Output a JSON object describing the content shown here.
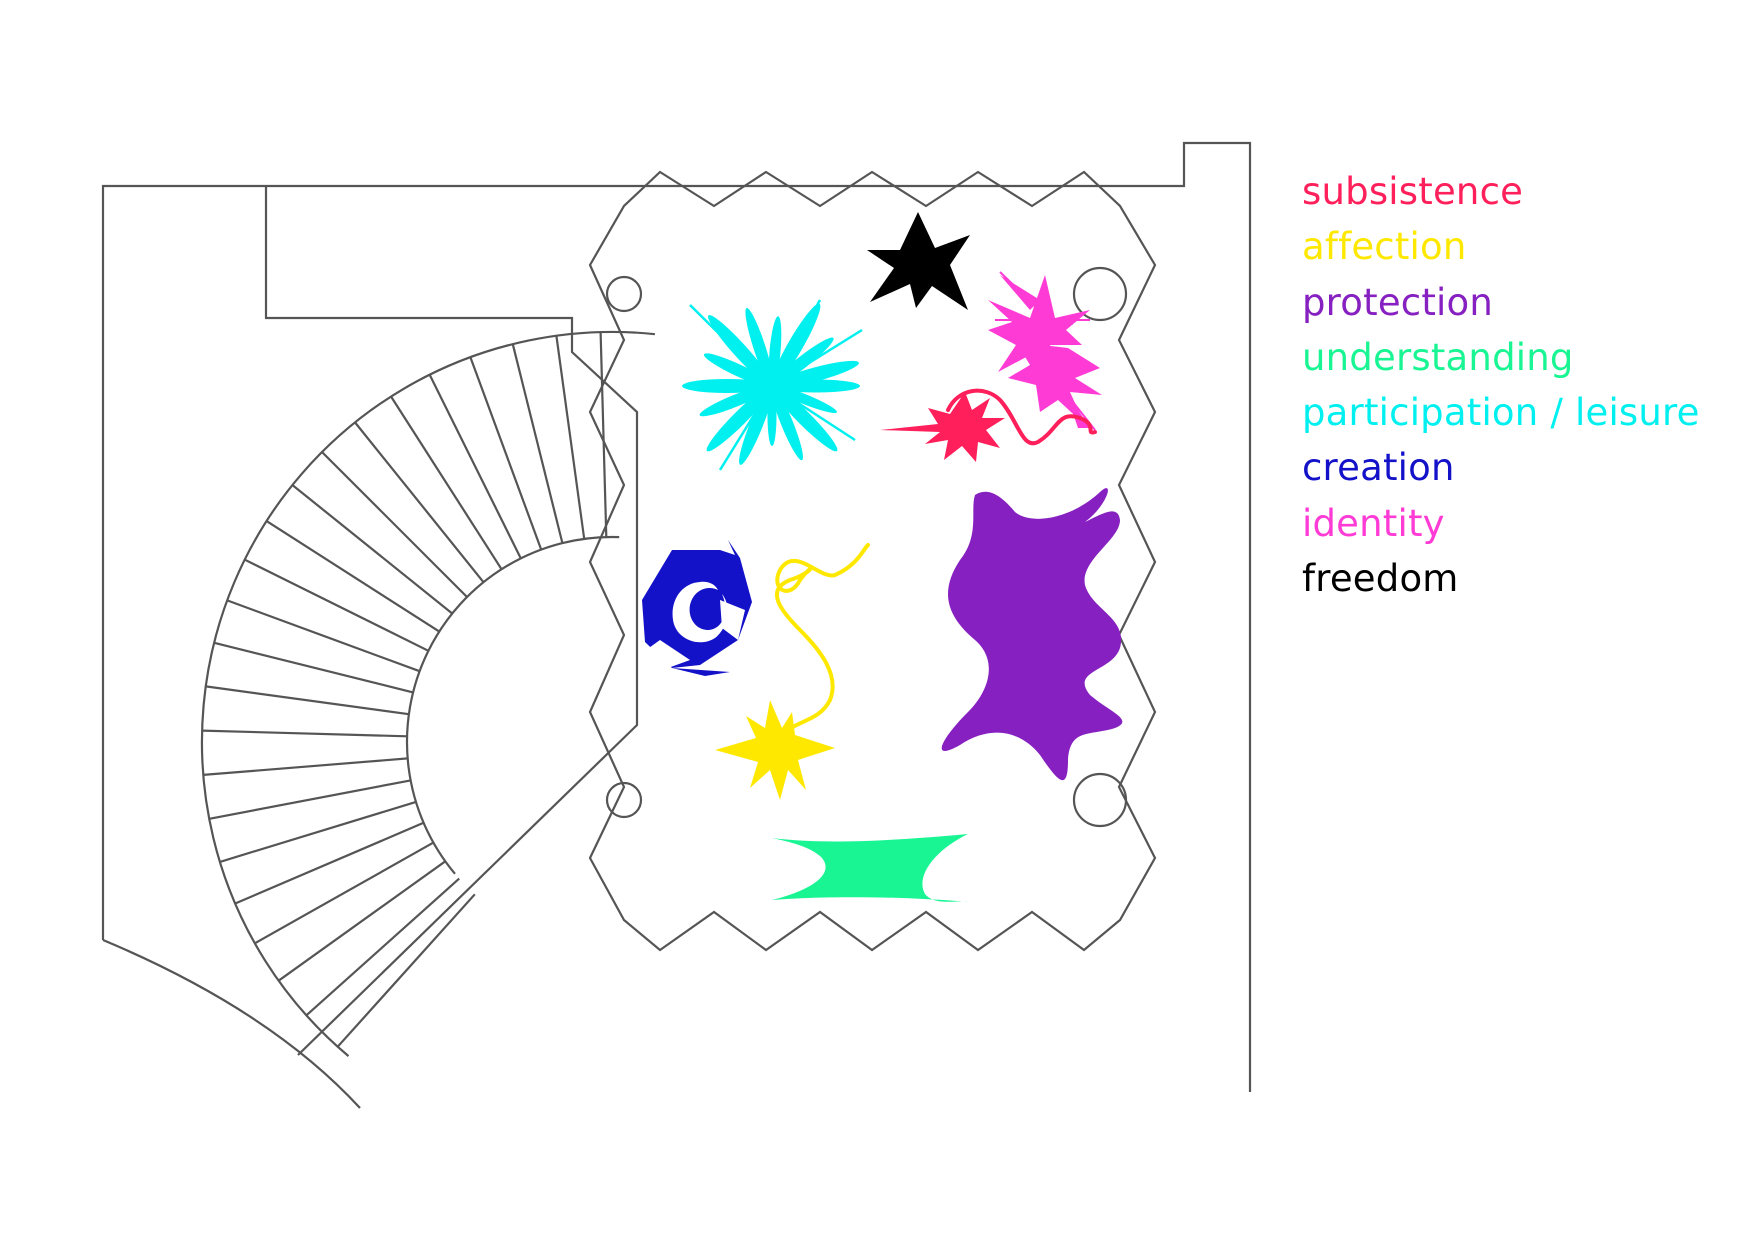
{
  "legend": {
    "items": [
      {
        "label": "subsistence",
        "color": "#FF1F5A",
        "icon": "spiky-burst-with-tail"
      },
      {
        "label": "affection",
        "color": "#FFE800",
        "icon": "spiky-star-with-curl"
      },
      {
        "label": "protection",
        "color": "#8620C0",
        "icon": "amoeba-blob"
      },
      {
        "label": "understanding",
        "color": "#1AF594",
        "icon": "concave-pillow"
      },
      {
        "label": "participation / leisure",
        "color": "#00F0F0",
        "icon": "petal-burst"
      },
      {
        "label": "creation",
        "color": "#1412C8",
        "icon": "hexagon-swirl"
      },
      {
        "label": "identity",
        "color": "#FF3BD6",
        "icon": "thorny-cluster"
      },
      {
        "label": "freedom",
        "color": "#000000",
        "icon": "eight-point-star"
      }
    ]
  },
  "plan": {
    "line_color": "#555555",
    "icons": [
      "floor-plan-walls",
      "spiral-staircase",
      "zigzag-rug",
      "column-circle"
    ]
  }
}
